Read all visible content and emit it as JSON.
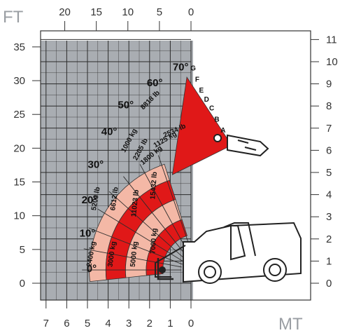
{
  "chart_data": {
    "type": "load-chart",
    "units": {
      "top_left": "FT",
      "bottom_right": "MT"
    },
    "colors": {
      "background": "#a9adb2",
      "grid": "#2b2b2b",
      "light_zone": "#f4b8a6",
      "dark_zone": "#e01818",
      "boom": "#222222"
    },
    "axes": {
      "x_ft": {
        "range": [
          0,
          24
        ],
        "ticks": [
          0,
          5,
          10,
          15,
          20
        ]
      },
      "x_m": {
        "range": [
          0,
          7.2
        ],
        "ticks": [
          0,
          1,
          2,
          3,
          4,
          5,
          6,
          7
        ]
      },
      "y_ft": {
        "range": [
          -2.5,
          37
        ],
        "ticks": [
          0,
          5,
          10,
          15,
          20,
          25,
          30,
          35
        ]
      },
      "y_m": {
        "range": [
          -0.6,
          11.3
        ],
        "ticks": [
          0,
          1,
          2,
          3,
          4,
          5,
          6,
          7,
          8,
          9,
          10,
          11
        ]
      }
    },
    "angles": [
      "0°",
      "10°",
      "20°",
      "30°",
      "40°",
      "50°",
      "60°",
      "70°"
    ],
    "extension_zones": [
      "A",
      "B",
      "C",
      "D",
      "E",
      "F",
      "G"
    ],
    "load_zones": [
      {
        "label": "2400 kg",
        "from_m": 4.9,
        "to_m": 4.1,
        "shade": "light"
      },
      {
        "label": "3000 kg",
        "from_m": 4.1,
        "to_m": 3.15,
        "shade": "dark"
      },
      {
        "label": "5000 kg",
        "from_m": 3.15,
        "to_m": 2.15,
        "shade": "light"
      },
      {
        "label": "7000 kg",
        "from_m": 2.15,
        "to_m": 1.35,
        "shade": "dark"
      }
    ],
    "load_labels": [
      {
        "text": "2400 kg",
        "x_m": 4.72,
        "y_m": 1.3,
        "rot": -80
      },
      {
        "text": "5200 lb",
        "x_m": 4.5,
        "y_m": 3.8,
        "rot": -80
      },
      {
        "text": "3000 kg",
        "x_m": 3.72,
        "y_m": 1.3,
        "rot": -82
      },
      {
        "text": "6612 lb",
        "x_m": 3.6,
        "y_m": 3.8,
        "rot": -82
      },
      {
        "text": "5000 kg",
        "x_m": 2.65,
        "y_m": 1.3,
        "rot": -84
      },
      {
        "text": "11023 lb",
        "x_m": 2.6,
        "y_m": 3.6,
        "rot": -84
      },
      {
        "text": "7000 kg",
        "x_m": 1.7,
        "y_m": 1.9,
        "rot": -86
      },
      {
        "text": "15432 lb",
        "x_m": 1.7,
        "y_m": 4.4,
        "rot": -86
      },
      {
        "text": "1000 kg",
        "x_m": 2.9,
        "y_m": 6.4,
        "rot": -62
      },
      {
        "text": "2205 lb",
        "x_m": 2.35,
        "y_m": 6.0,
        "rot": -62
      },
      {
        "text": "1800 kg",
        "x_m": 1.85,
        "y_m": 5.7,
        "rot": -40
      },
      {
        "text": "8818 lb",
        "x_m": 1.9,
        "y_m": 8.2,
        "rot": -45
      },
      {
        "text": "1125 kg",
        "x_m": 1.2,
        "y_m": 6.4,
        "rot": -30
      },
      {
        "text": "2534 lb",
        "x_m": 0.75,
        "y_m": 6.8,
        "rot": -25
      }
    ]
  }
}
